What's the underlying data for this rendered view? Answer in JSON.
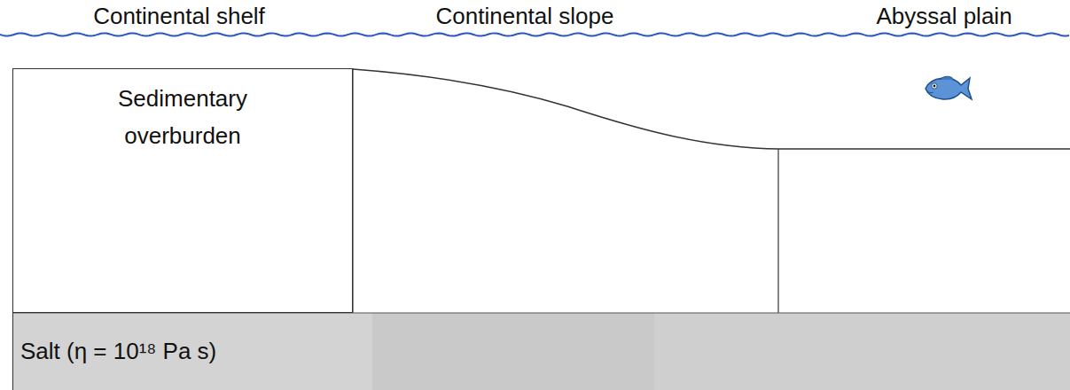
{
  "diagram": {
    "nodes": [
      {
        "text": [
          "Sedimentary overburden"
        ]
      },
      {
        "text": [
          "Salt (η = 10¹⁸ Pa s)"
        ]
      }
    ],
    "labels": [
      "Continental shelf",
      "Continental slope",
      "Abyssal plain"
    ]
  }
}
